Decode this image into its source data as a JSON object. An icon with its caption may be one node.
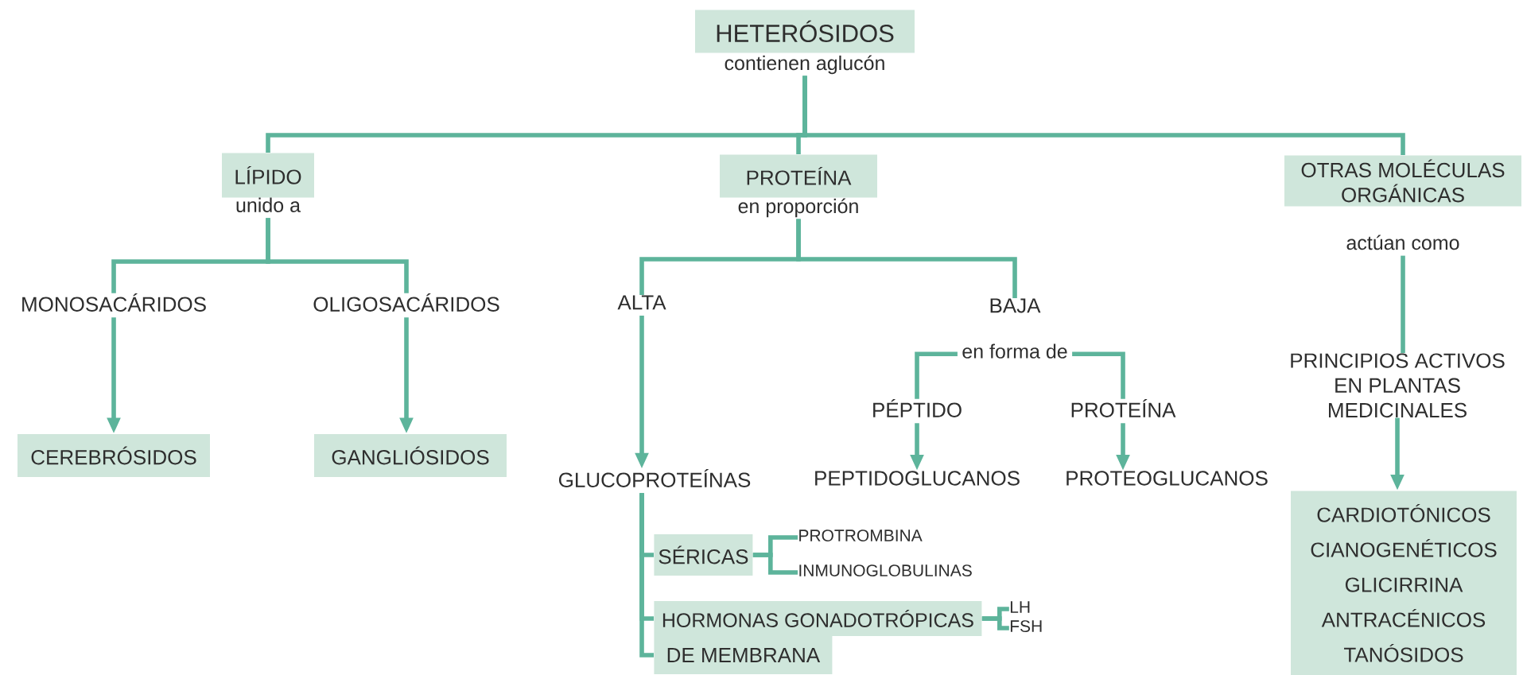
{
  "diagram": {
    "nodes": [
      {
        "text": [
          "HETERÓSIDOS",
          "contienen aglucón"
        ]
      },
      {
        "text": [
          "LÍPIDO",
          "unido a"
        ]
      },
      {
        "text": [
          "PROTEÍNA",
          "en proporción"
        ]
      },
      {
        "text": [
          "OTRAS MOLÉCULAS ORGÁNICAS",
          "actúan como"
        ]
      },
      {
        "text": [
          "MONOSACÁRIDOS"
        ]
      },
      {
        "text": [
          "OLIGOSACÁRIDOS"
        ]
      },
      {
        "text": [
          "ALTA"
        ]
      },
      {
        "text": [
          "BAJA",
          "en forma de"
        ]
      },
      {
        "text": [
          "PÉPTIDO"
        ]
      },
      {
        "text": [
          "PROTEÍNA"
        ]
      },
      {
        "text": [
          "PRINCIPIOS ACTIVOS EN PLANTAS MEDICINALES"
        ]
      },
      {
        "text": [
          "CEREBRÓSIDOS"
        ]
      },
      {
        "text": [
          "GANGLIÓSIDOS"
        ]
      },
      {
        "text": [
          "GLUCOPROTEÍNAS"
        ]
      },
      {
        "text": [
          "PEPTIDOGLUCANOS"
        ]
      },
      {
        "text": [
          "PROTEOGLUCANOS"
        ]
      },
      {
        "text": [
          "CARDIOTÓNICOS",
          "CIANOGENÉTICOS",
          "GLICIRRINA",
          "ANTRACÉNICOS",
          "TANÓSIDOS"
        ]
      },
      {
        "text": [
          "SÉRICAS"
        ]
      },
      {
        "text": [
          "PROTROMBINA"
        ]
      },
      {
        "text": [
          "INMUNOGLOBULINAS"
        ]
      },
      {
        "text": [
          "HORMONAS GONADOTRÓPICAS"
        ]
      },
      {
        "text": [
          "LH"
        ]
      },
      {
        "text": [
          "FSH"
        ]
      },
      {
        "text": [
          "DE MEMBRANA"
        ]
      }
    ],
    "edges": [
      {
        "from": 0,
        "to": 1,
        "arrow": "none"
      },
      {
        "from": 0,
        "to": 2,
        "arrow": "none"
      },
      {
        "from": 0,
        "to": 3,
        "arrow": "none"
      },
      {
        "from": 1,
        "to": 4,
        "arrow": "none"
      },
      {
        "from": 1,
        "to": 5,
        "arrow": "none"
      },
      {
        "from": 4,
        "to": 11,
        "arrow": "to"
      },
      {
        "from": 5,
        "to": 12,
        "arrow": "to"
      },
      {
        "from": 2,
        "to": 6,
        "arrow": "none"
      },
      {
        "from": 2,
        "to": 7,
        "arrow": "none"
      },
      {
        "from": 6,
        "to": 13,
        "arrow": "to"
      },
      {
        "from": 7,
        "to": 8,
        "arrow": "none"
      },
      {
        "from": 7,
        "to": 9,
        "arrow": "none"
      },
      {
        "from": 8,
        "to": 14,
        "arrow": "to"
      },
      {
        "from": 9,
        "to": 15,
        "arrow": "to"
      },
      {
        "from": 3,
        "to": 10,
        "arrow": "none"
      },
      {
        "from": 10,
        "to": 16,
        "arrow": "to"
      },
      {
        "from": 13,
        "to": 17,
        "arrow": "none"
      },
      {
        "from": 13,
        "to": 20,
        "arrow": "none"
      },
      {
        "from": 13,
        "to": 23,
        "arrow": "none"
      },
      {
        "from": 17,
        "to": 18,
        "arrow": "none"
      },
      {
        "from": 17,
        "to": 19,
        "arrow": "none"
      },
      {
        "from": 20,
        "to": 21,
        "arrow": "none"
      },
      {
        "from": 20,
        "to": 22,
        "arrow": "none"
      }
    ]
  }
}
